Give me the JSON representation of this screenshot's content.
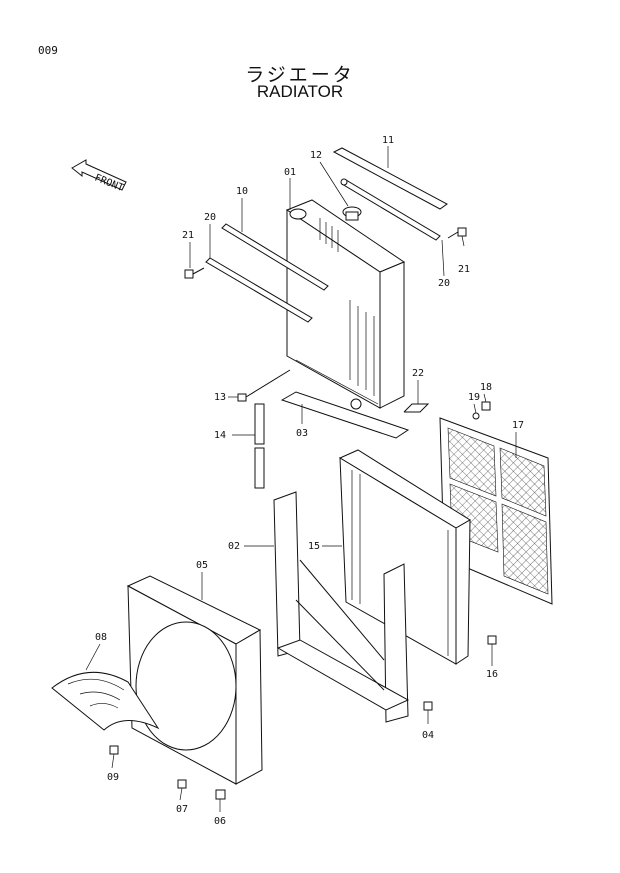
{
  "header": {
    "page_number": "009",
    "title_jp": "ラジエータ",
    "title_en": "RADIATOR"
  },
  "direction_label": "FRONT",
  "callouts": {
    "p01": "01",
    "p02": "02",
    "p03": "03",
    "p04": "04",
    "p05": "05",
    "p06": "06",
    "p07": "07",
    "p08": "08",
    "p09": "09",
    "p10": "10",
    "p11": "11",
    "p12": "12",
    "p13": "13",
    "p14": "14",
    "p15": "15",
    "p16": "16",
    "p17": "17",
    "p18": "18",
    "p19": "19",
    "p20a": "20",
    "p20b": "20",
    "p21a": "21",
    "p21b": "21",
    "p22": "22"
  }
}
